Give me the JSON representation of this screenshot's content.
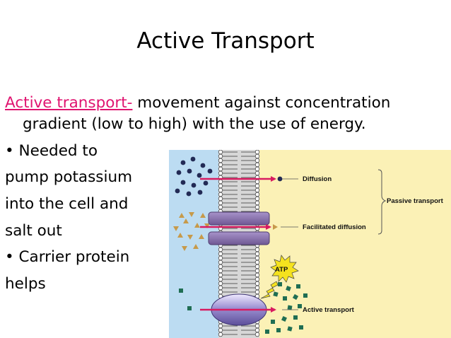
{
  "slide": {
    "title": "Active Transport",
    "definition": {
      "term": "Active transport-",
      "line1_rest": " movement against concentration",
      "line2": "gradient (low to high) with the use of energy."
    },
    "lines": [
      "• Needed to",
      "pump potassium",
      "into the cell and",
      "salt out",
      "• Carrier protein",
      "helps"
    ]
  },
  "diagram": {
    "labels": {
      "diffusion": "Diffusion",
      "facilitated": "Facilitated diffusion",
      "passive": "Passive transport",
      "atp": "ATP",
      "active": "Active transport"
    },
    "colors": {
      "outside": "#bcdcf2",
      "inside": "#fbf1b6",
      "arrow": "#d81b60",
      "channel": "#8a72ad",
      "pump": "#8c7fc2",
      "square": "#1f6e53",
      "triangle": "#c79a4a",
      "atp_burst": "#f5e21e",
      "dot": "#222a55"
    }
  }
}
